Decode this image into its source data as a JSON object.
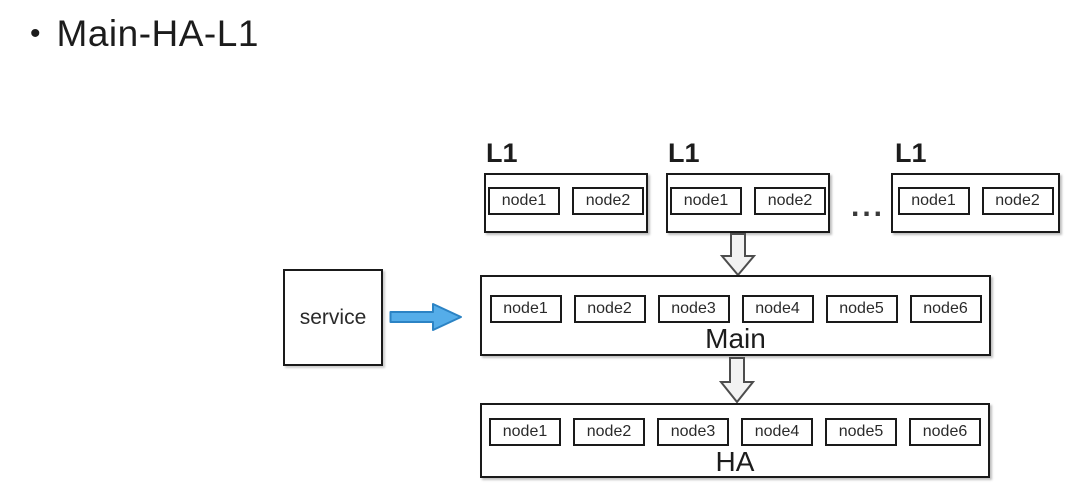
{
  "slide": {
    "bullet": "•",
    "title": "Main-HA-L1"
  },
  "diagram": {
    "l1_clusters": [
      {
        "label": "L1",
        "nodes": [
          "node1",
          "node2"
        ]
      },
      {
        "label": "L1",
        "nodes": [
          "node1",
          "node2"
        ]
      },
      {
        "label": "L1",
        "nodes": [
          "node1",
          "node2"
        ]
      }
    ],
    "ellipsis": "...",
    "service": {
      "label": "service"
    },
    "main": {
      "label": "Main",
      "nodes": [
        "node1",
        "node2",
        "node3",
        "node4",
        "node5",
        "node6"
      ]
    },
    "ha": {
      "label": "HA",
      "nodes": [
        "node1",
        "node2",
        "node3",
        "node4",
        "node5",
        "node6"
      ]
    },
    "colors": {
      "blue_arrow_fill": "#55ADE9",
      "blue_arrow_stroke": "#2C83C4",
      "gray_arrow_fill": "#F2F2F2",
      "gray_arrow_stroke": "#4D4D4D",
      "box_border": "#1A1A1A"
    }
  }
}
